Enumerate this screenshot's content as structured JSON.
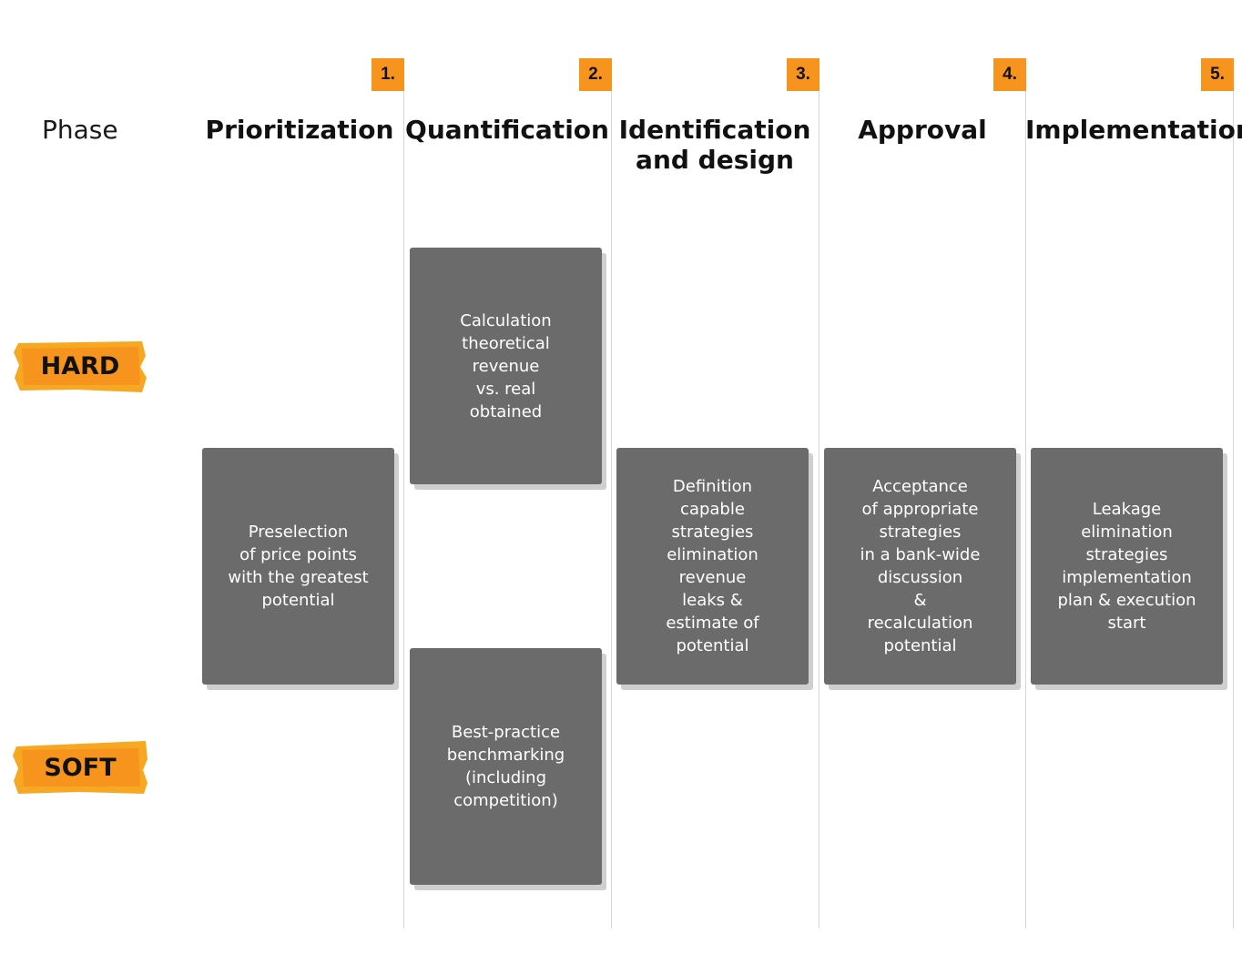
{
  "phase_label": "Phase",
  "tags": {
    "hard": "HARD",
    "soft": "SOFT"
  },
  "colors": {
    "accent": "#f7941d",
    "card": "#6b6b6b",
    "card_shadow": "#cfcfcf",
    "divider": "#d6d6d6"
  },
  "columns": [
    {
      "number": "1.",
      "title": "Prioritization"
    },
    {
      "number": "2.",
      "title": "Quantification"
    },
    {
      "number": "3.",
      "title": "Identification\nand design"
    },
    {
      "number": "4.",
      "title": "Approval"
    },
    {
      "number": "5.",
      "title": "Implementation"
    }
  ],
  "cards": {
    "prioritization": "Preselection\nof price points\nwith the greatest\npotential",
    "quantification_hard": "Calculation\ntheoretical\nrevenue\nvs. real\nobtained",
    "quantification_soft": "Best-practice\nbenchmarking\n(including\ncompetition)",
    "identification": "Definition\ncapable\nstrategies\nelimination\nrevenue\nleaks &\nestimate of\npotential",
    "approval": "Acceptance\nof appropriate\nstrategies\nin a bank-wide\ndiscussion\n&\nrecalculation\npotential",
    "implementation": "Leakage\nelimination\nstrategies\nimplementation\nplan & execution\nstart"
  }
}
